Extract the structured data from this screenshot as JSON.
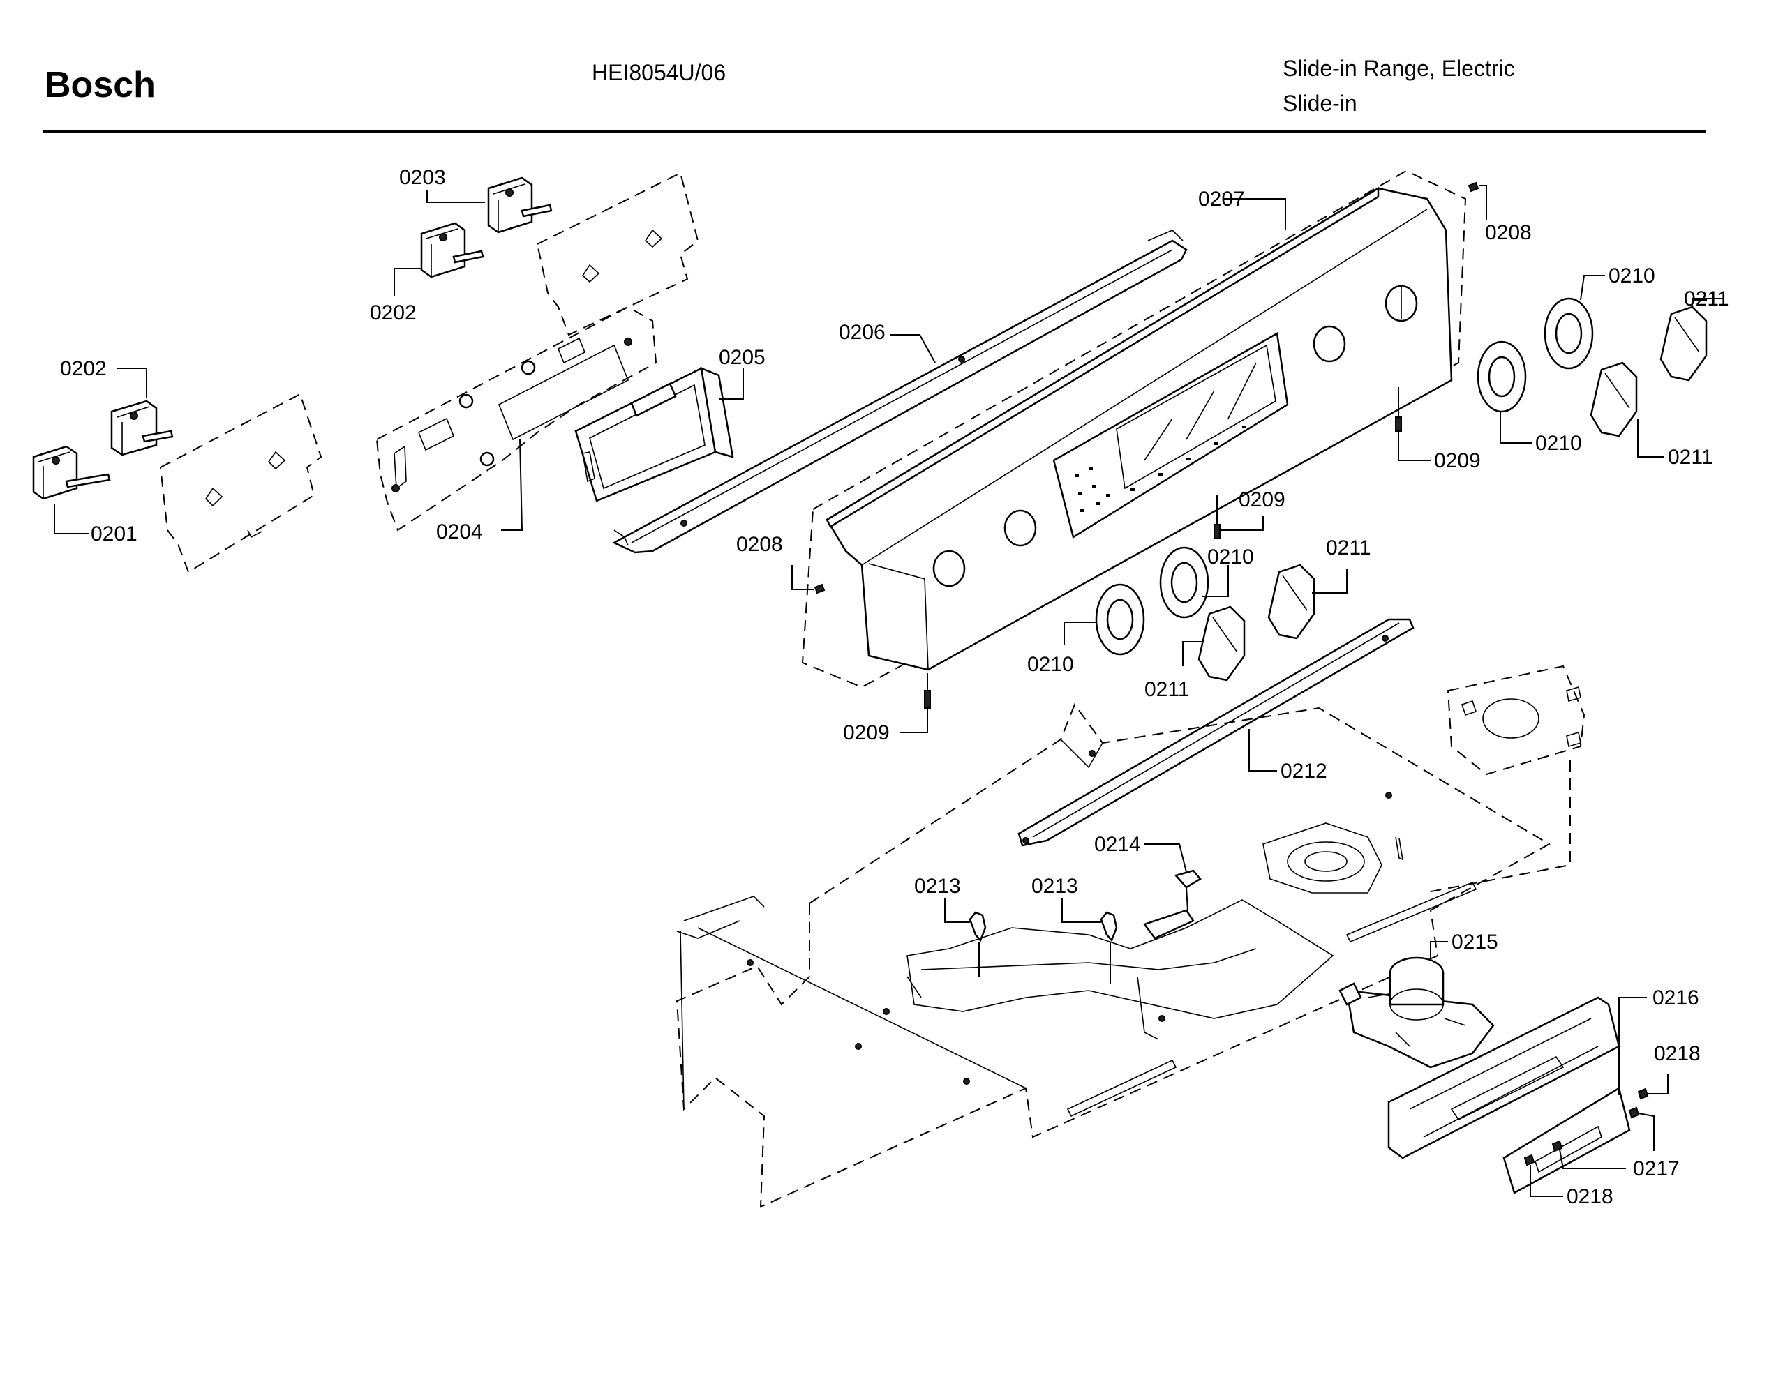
{
  "header": {
    "brand": "Bosch",
    "model": "HEI8054U/06",
    "description_line1": "Slide-in Range, Electric",
    "description_line2": "Slide-in"
  },
  "callouts": {
    "c0201": "0201",
    "c0202a": "0202",
    "c0202b": "0202",
    "c0203": "0203",
    "c0204": "0204",
    "c0205": "0205",
    "c0206": "0206",
    "c0207": "0207",
    "c0208a": "0208",
    "c0208b": "0208",
    "c0209a": "0209",
    "c0209b": "0209",
    "c0209c": "0209",
    "c0210a": "0210",
    "c0210b": "0210",
    "c0210c": "0210",
    "c0210d": "0210",
    "c0211a": "0211",
    "c0211b": "0211",
    "c0211c": "0211",
    "c0211d": "0211",
    "c0212": "0212",
    "c0213a": "0213",
    "c0213b": "0213",
    "c0214": "0214",
    "c0215": "0215",
    "c0216": "0216",
    "c0217": "0217",
    "c0218a": "0218",
    "c0218b": "0218"
  }
}
